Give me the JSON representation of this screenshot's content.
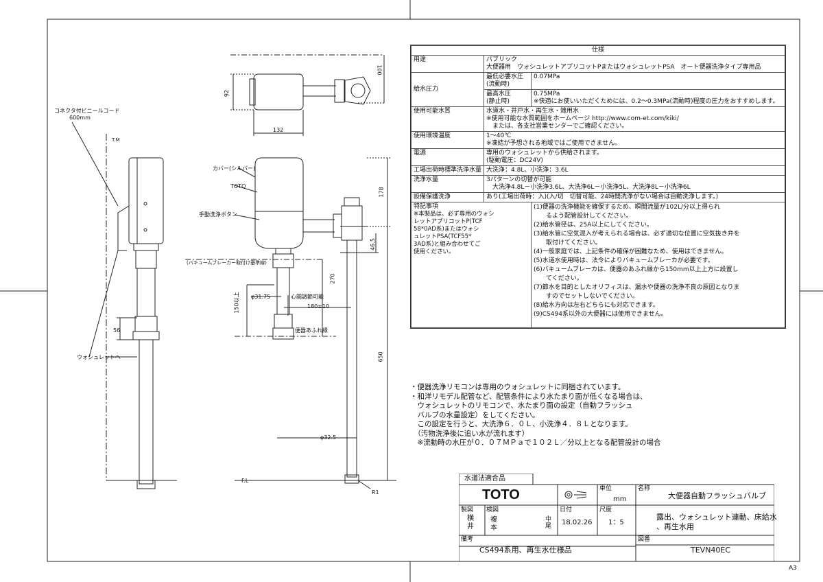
{
  "spec": {
    "header": "仕様",
    "rows": [
      {
        "label": "用途",
        "value": [
          "パブリック",
          "大便器用　ウォシュレットアプリコットPまたはウォシュレットPSA　オート便器洗浄タイプ専用品"
        ]
      },
      {
        "label": "給水圧力",
        "sub": [
          {
            "label": "最低必要水圧\n(流動時)",
            "value": [
              "0.07MPa"
            ]
          },
          {
            "label": "最高水圧\n(静止時)",
            "value": [
              "0.75MPa",
              "※快適にお使いいただくためには、0.2～0.3MPa(流動時)程度の圧力をおすすめします。"
            ]
          }
        ]
      },
      {
        "label": "使用可能水質",
        "value": [
          "水道水・井戸水・再生水・雑用水",
          "※使用可能な水質範囲をホームページ http://www.com-et.com/kiki/",
          "　または、各支社営業センターでご確認ください。"
        ]
      },
      {
        "label": "使用環境温度",
        "value": [
          "1～40℃",
          "※凍結が予想される地域ではご使用できません。"
        ]
      },
      {
        "label": "電源",
        "value": [
          "専用のウォシュレットから供給されます。",
          "(駆動電圧：DC24V)"
        ]
      },
      {
        "label": "工場出荷時標準洗浄水量",
        "value": [
          "大洗浄：4.8L、小洗浄：3.6L"
        ]
      },
      {
        "label": "洗浄水量",
        "value": [
          "3パターンの切替が可能",
          "　大洗浄4.8L－小洗浄3.6L、大洗浄6L－小洗浄5L、大洗浄8L－小洗浄6L"
        ]
      },
      {
        "label": "設備保護洗浄",
        "value": [
          "あり(工場出荷時：入)(入/切　切替可能、24時間洗浄がない場合は自動洗浄します。)"
        ]
      }
    ],
    "special": {
      "label": "特記事項",
      "left_note": [
        "※本製品は、必ず専用のウォシ",
        "レットアプリコットP(TCF",
        "58*0AD系)またはウォシ",
        "ュレットPSA(TCF55*",
        "3AD系)と組み合わせてご",
        "使用ください。"
      ],
      "items": [
        "(1)便器の洗浄機能を確保するため、瞬間流量が102L/分以上得られ",
        "　　るよう配管設計してください。",
        "(2)給水管径は、25A以上にしてください。",
        "(3)給水管に空気混入が考えられる場合は、必ず適切な位置に空気抜き弁を",
        "　　取付けてください。",
        "(4)一般家庭では、上記条件の確保が困難なため、使用はできません。",
        "(5)水道水使用時は、法令によりバキュームブレーカが必要です。",
        "(6)バキュームブレーカは、便器のあふれ縁から150mm以上上方に設置し",
        "　　てください。",
        "(7)節水を目的としたオリフィスは、漏水や便器の洗浄不良の原因となりま",
        "　　すのでセットしないでください。",
        "(8)給水方向は左右どちらにも対応できます。",
        "(9)CS494系以外の大便器には使用できません。"
      ]
    }
  },
  "notes": [
    "・便器洗浄リモコンは専用のウォシュレットに同梱されています。",
    "・和洋リモデル配管など、配管条件により水たまり面が低くなる場合は、",
    "　ウォシュレットのリモコンで、水たまり面の設定（自動フラッシュ",
    "　バルブの水量設定）をしてください。",
    "　この設定を行うと、大洗浄６．０Ｌ、小洗浄４．８Ｌとなります。",
    "　（汚物洗浄後に追い水が流れます）",
    "　※流動時の水圧が０．０７ＭＰａで１０２Ｌ／分以上となる配管設計の場合"
  ],
  "drawing": {
    "labels": {
      "cord": "コネクタ付ビニールコード",
      "cord_len": "600mm",
      "fl": "F.L",
      "top_mark": "T.M",
      "cover": "カバー(シルバー)",
      "toto_mark": "TOTO",
      "manual_button": "手動洗浄ボタン",
      "vacuum_breaker": "(バキュームブレーカー取付け基準線)",
      "to_washlet": "ウォシュレットへ",
      "adjustable": "心間調節可能",
      "overflow": "便器あふれ縁",
      "dim_100": "100",
      "dim_92": "92",
      "dim_132": "132",
      "dim_178": "178",
      "dim_46_5": "46.5",
      "dim_270": "270",
      "dim_150": "150以上",
      "dim_31_75": "φ31.75",
      "dim_180": "180±10",
      "dim_56": "56",
      "dim_650": "650",
      "dim_32_5": "φ32.5",
      "dim_r1": "R1"
    }
  },
  "title_block": {
    "approval": "水道法適合品",
    "brand": "TOTO",
    "unit_label": "単位",
    "unit": "mm",
    "name_label": "名称",
    "name": "大便器自動フラッシュバルブ",
    "drawn_label": "製図",
    "drawn_by": [
      "横",
      "井"
    ],
    "checked_label": "検図",
    "checked_by": [
      "複",
      "本"
    ],
    "approved_by": [
      "中",
      "尾"
    ],
    "date_label": "日付",
    "date": "18.02.26",
    "scale_label": "尺度",
    "scale": "1：5",
    "desc": [
      "露出、ウォシュレット連動、床給水",
      "、再生水用"
    ],
    "remarks_label": "備考",
    "remarks": "CS494系用、再生水仕様品",
    "dwg_label": "図番",
    "dwg_no": "TEVN40EC",
    "sheet": "A3"
  }
}
